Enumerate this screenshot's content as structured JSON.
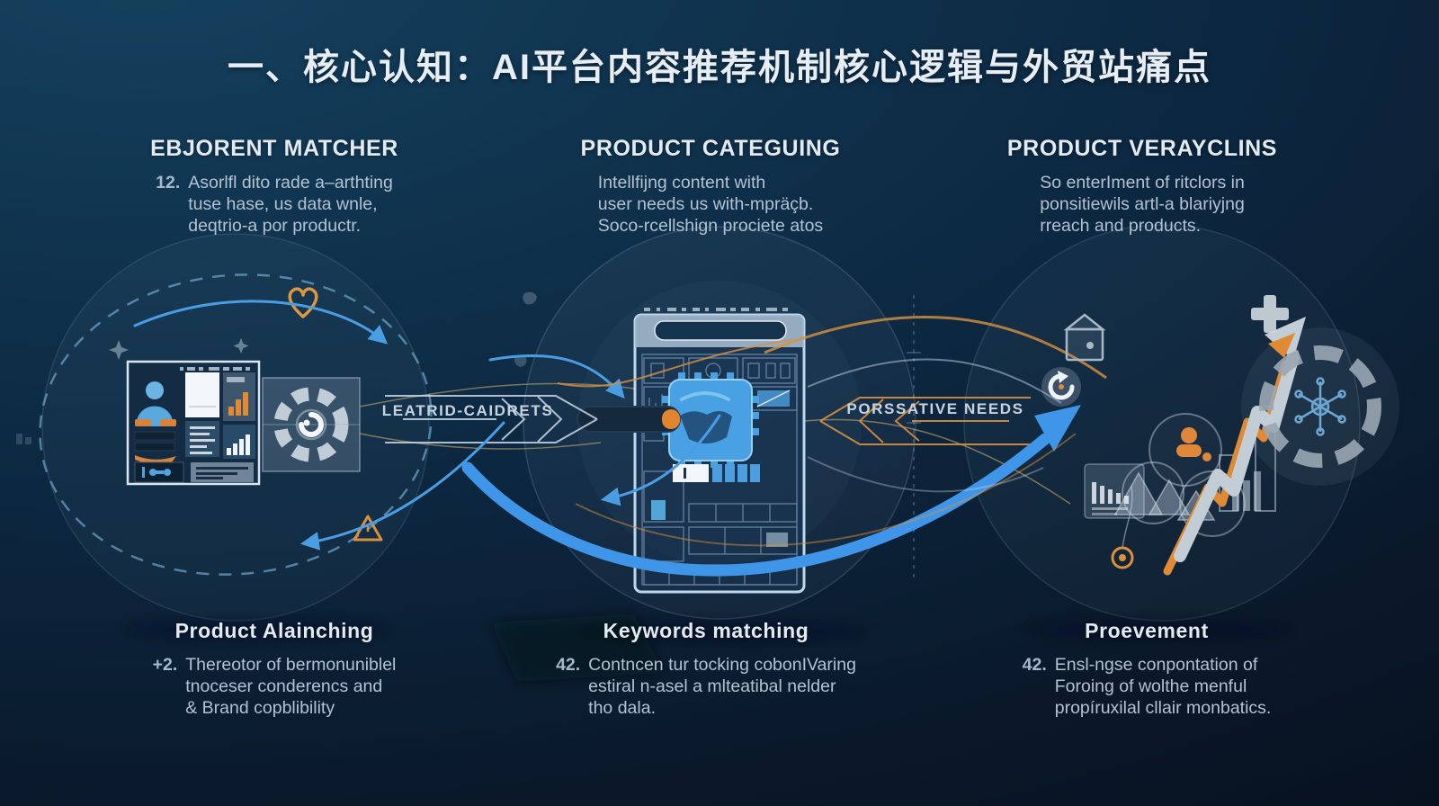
{
  "title": "一、核心认知：AI平台内容推荐机制核心逻辑与外贸站痛点",
  "sections": {
    "top_left": {
      "heading": "EBJORENT MATCHER",
      "number": "12.",
      "lines": [
        "Asorlfl dito rade a–arthting",
        "tuse hase, us data wnle,",
        "deqtrio-a por productr."
      ]
    },
    "top_middle": {
      "heading": "PRODUCT CATEGUING",
      "lines": [
        "Intellfijng content with",
        "user needs us with-mpräçb.",
        "Soco-rcellshign prociete atos"
      ]
    },
    "top_right": {
      "heading": "PRODUCT VERAYCLINS",
      "lines": [
        "So enterIment of ritclors in",
        "ponsitiewils artl-a blariyjng",
        "rreach and products."
      ]
    },
    "bottom_left": {
      "heading": "Product Alainching",
      "number": "+2.",
      "lines": [
        "Thereotor of bermonuniblel",
        "tnoceser conderencs and",
        "& Brand copblibility"
      ]
    },
    "bottom_middle": {
      "heading": "Keywords matching",
      "number": "42.",
      "lines": [
        "Contncen tur tocking cobonIVaring",
        "estiral n-asel a mlteatibal nelder",
        "tho dala."
      ]
    },
    "bottom_right": {
      "heading": "Proevement",
      "number": "42.",
      "lines": [
        "Ensl-ngse conpontation of",
        "Foroing of wolthe menful",
        "propíruxilal cllair monbatics."
      ]
    }
  },
  "flow_labels": {
    "left": "LEATRID-CAIDRETS",
    "right": "PORSSATIVE NEEDS"
  },
  "colors": {
    "background_top": "#15425f",
    "background_bottom": "#081120",
    "accent_blue": "#4a9de2",
    "accent_orange": "#dd8a38",
    "text_primary": "#e6edf4",
    "text_secondary": "#b3c2d2"
  }
}
